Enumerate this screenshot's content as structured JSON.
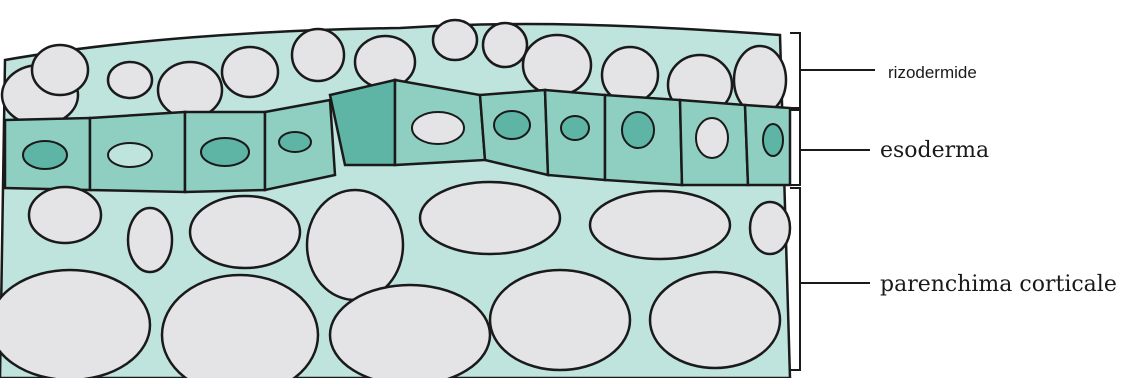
{
  "labels": {
    "rizodermide": "rizodermide",
    "esoderma": "esoderma",
    "parenchima": "parenchima corticale"
  },
  "colors": {
    "cell_wall_fill": "#bfe3dd",
    "cell_lumen": "#e4e4e6",
    "exoderm_dark": "#5fb5a5",
    "exoderm_mid": "#8fcfc2",
    "outline": "#1a1a1a",
    "background": "#ffffff"
  }
}
